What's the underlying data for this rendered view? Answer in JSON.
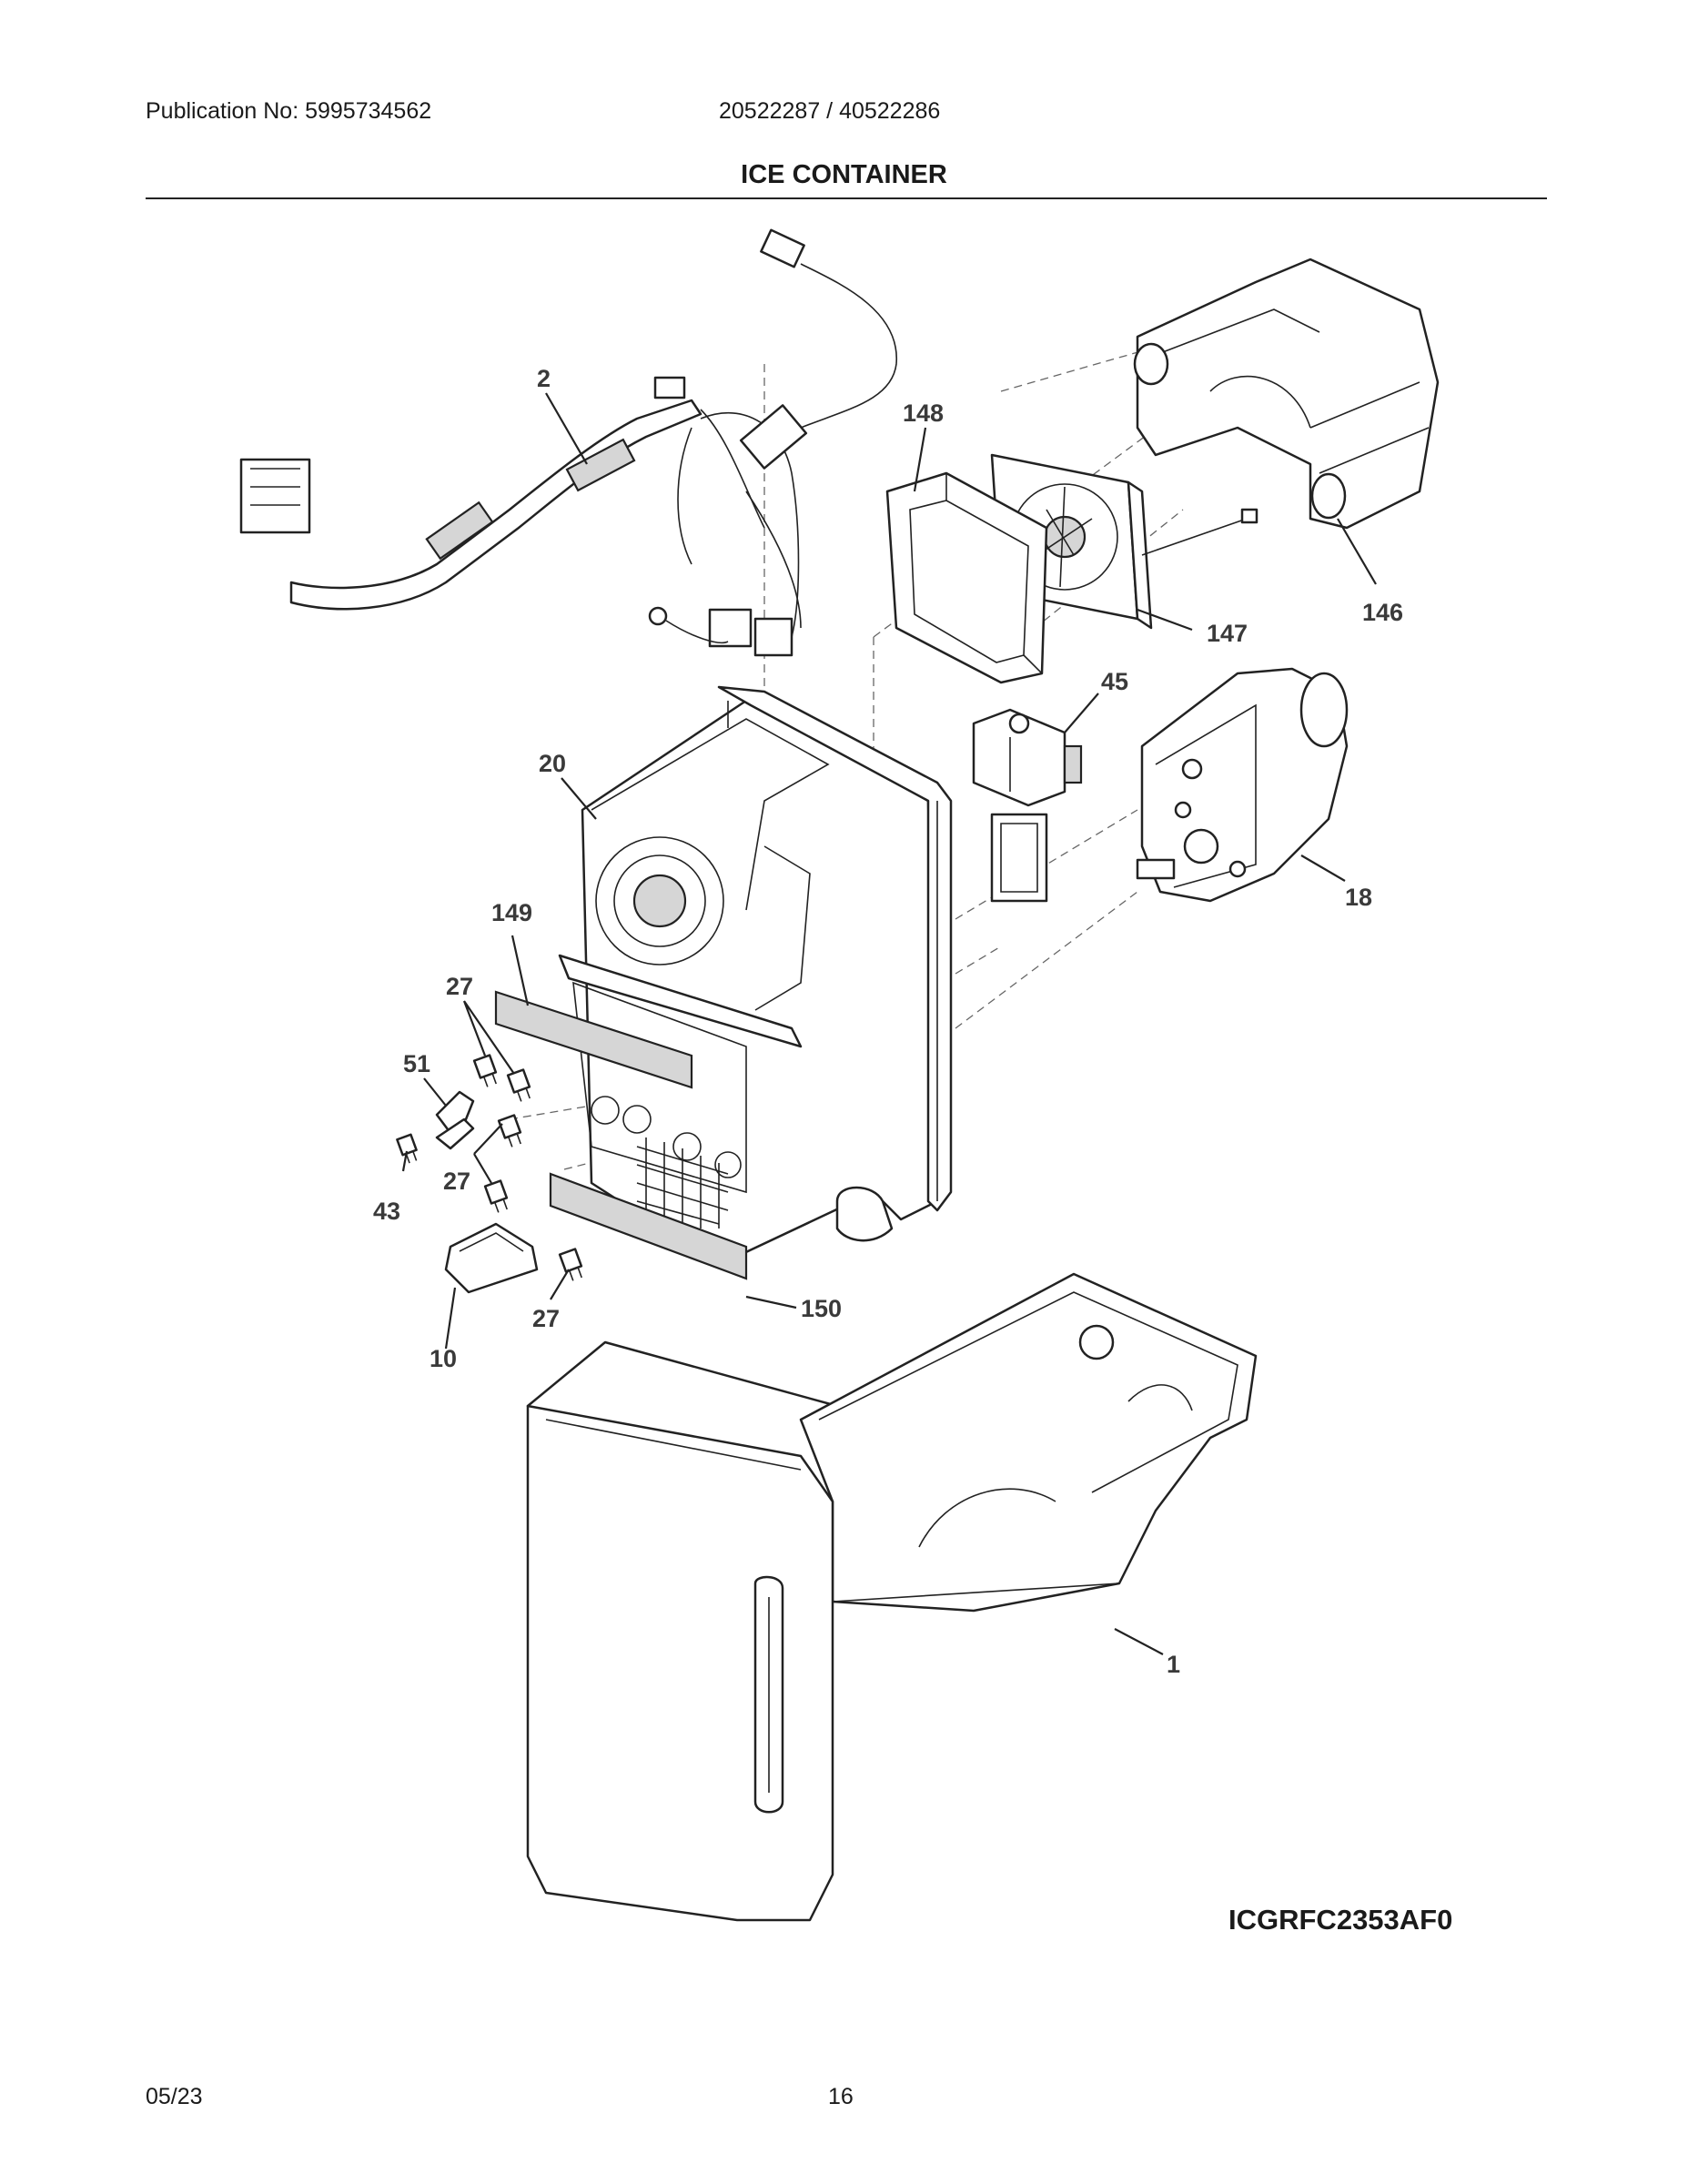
{
  "header": {
    "publication": "Publication No: 5995734562",
    "models": "20522287 / 40522286",
    "section_title": "ICE CONTAINER"
  },
  "callouts": [
    "2",
    "148",
    "146",
    "147",
    "45",
    "20",
    "18",
    "149",
    "27",
    "51",
    "43",
    "27",
    "27",
    "150",
    "10",
    "1"
  ],
  "diagram_code": "ICGRFC2353AF0",
  "footer": {
    "date": "05/23",
    "page": "16"
  }
}
